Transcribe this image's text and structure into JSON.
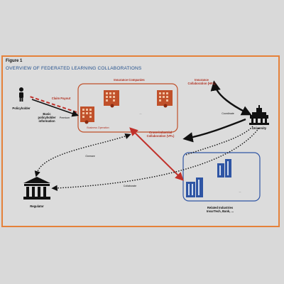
{
  "figure": {
    "label": "Figure 1",
    "title": "OVERVIEW OF FEDERATED LEARNING COLLABORATIONS"
  },
  "nodes": {
    "policyholder": "Policyholder",
    "basic_info": "Basic policyholder information",
    "insurance_companies": "Insurance Companies",
    "insurance_ellipsis": "...",
    "business_operation": "Business Operation",
    "university": "University",
    "regulator": "Regulator",
    "related_industries_line1": "Related Industries",
    "related_industries_line2": "InsurTech, Bank, ...",
    "related_ellipsis": "..."
  },
  "edges": {
    "claim_payout": "Claim Payout",
    "premium": "Premium",
    "insurance_collab": "Insurance Collaboration (HFL)",
    "cross_industrial": "Cross-industrial Collaboration (VFL)",
    "coordinate": "Coordinate",
    "oversee": "Oversee",
    "collaborate": "Collaborate"
  },
  "colors": {
    "frame": "#e5813a",
    "insurance_box": "#c0502a",
    "related_box": "#2f55a4",
    "cross_arrow": "#c0302a",
    "title": "#1f4e8c"
  }
}
